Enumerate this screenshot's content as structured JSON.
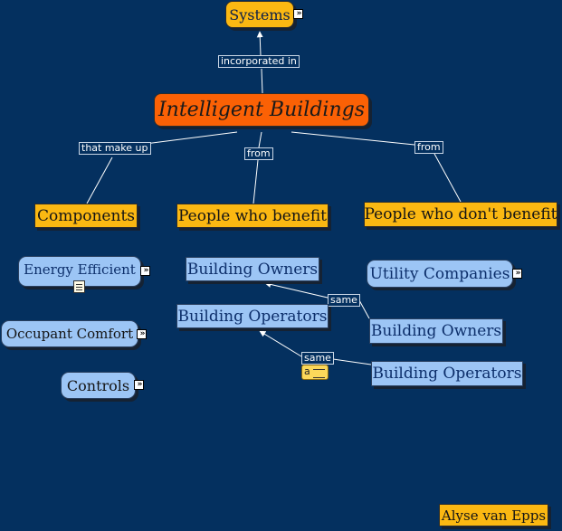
{
  "nodes": {
    "systems": "Systems",
    "intelligent_buildings": "Intelligent Buildings",
    "components": "Components",
    "people_benefit": "People who benefit",
    "people_dont_benefit": "People who don't benefit",
    "energy_efficient": "Energy Efficient",
    "occupant_comfort": "Occupant Comfort",
    "controls": "Controls",
    "building_owners_1": "Building Owners",
    "building_operators_1": "Building Operators",
    "utility_companies": "Utility Companies",
    "building_owners_2": "Building Owners",
    "building_operators_2": "Building Operators",
    "author": "Alyse van Epps"
  },
  "links": {
    "incorporated_in": "incorporated in",
    "that_make_up": "that make up",
    "from_1": "from",
    "from_2": "from",
    "same_1": "same",
    "same_2": "same"
  },
  "icons": {
    "expand": "expand-icon",
    "document": "document-icon",
    "note": "annotation-icon"
  },
  "colors": {
    "background": "#04305f",
    "concept_orange": "#fbb812",
    "main_concept": "#fb6105",
    "concept_blue": "#9cc5f5",
    "line": "#ffffff"
  }
}
